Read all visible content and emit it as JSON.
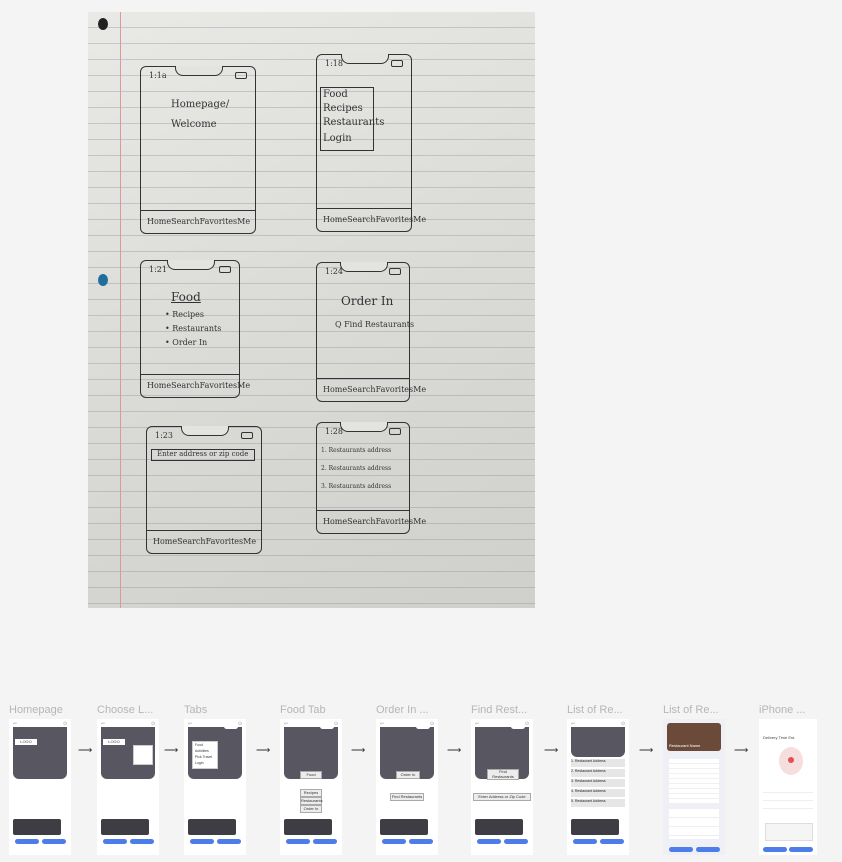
{
  "photo": {
    "sketches": [
      {
        "time": "1:1a",
        "lines": [
          "Homepage/",
          "Welcome"
        ],
        "nav": [
          "Home",
          "Search",
          "Favorites",
          "Me"
        ]
      },
      {
        "time": "1:18",
        "lines": [
          "Food",
          "Recipes",
          "Restaurants",
          "Login"
        ],
        "nav": [
          "Home",
          "Search",
          "Favorites",
          "Me"
        ]
      },
      {
        "time": "1:21",
        "lines": [
          "Food",
          "• Recipes",
          "• Restaurants",
          "• Order In"
        ],
        "nav": [
          "Home",
          "Search",
          "Favorites",
          "Me"
        ]
      },
      {
        "time": "1:24",
        "lines": [
          "Order In",
          "Q Find Restaurants"
        ],
        "nav": [
          "Home",
          "Search",
          "Favorites",
          "Me"
        ]
      },
      {
        "time": "1:23",
        "lines": [
          "Enter address or zip code"
        ],
        "nav": [
          "Home",
          "Search",
          "Favorites",
          "Me"
        ]
      },
      {
        "time": "1:28",
        "lines": [
          "1. Restaurants address",
          "2. Restaurants address",
          "3. Restaurants address"
        ],
        "nav": [
          "Home",
          "Search",
          "Favorites",
          "Me"
        ]
      }
    ]
  },
  "flow": {
    "frames": [
      {
        "label": "Homepage",
        "chip": "LOGO"
      },
      {
        "label": "Choose L...",
        "chip": "LOGO"
      },
      {
        "label": "Tabs",
        "menu": [
          "Food",
          "Activities",
          "Pick Travel",
          "Login"
        ]
      },
      {
        "label": "Food Tab",
        "button": "Food",
        "options": [
          "Recipes",
          "Restaurants",
          "Order In"
        ]
      },
      {
        "label": "Order In ...",
        "button": "Order In",
        "options": [
          "Find Restaurants"
        ]
      },
      {
        "label": "Find Rest...",
        "button": "Find Restaurants",
        "options": [
          "Enter Address or Zip Code"
        ]
      },
      {
        "label": "List of Re...",
        "rows": [
          "1. Restaurant Address",
          "2. Restaurant Address",
          "3. Restaurant Address",
          "4. Restaurant Address",
          "5. Restaurant Address"
        ]
      },
      {
        "label": "List of Re...",
        "title": "Restaurant Name"
      },
      {
        "label": "iPhone ...",
        "title": "Delivery Time Est."
      }
    ]
  },
  "colors": {
    "accent": "#4c7de9",
    "hero": "#585761",
    "label": "#b6b6b6"
  }
}
